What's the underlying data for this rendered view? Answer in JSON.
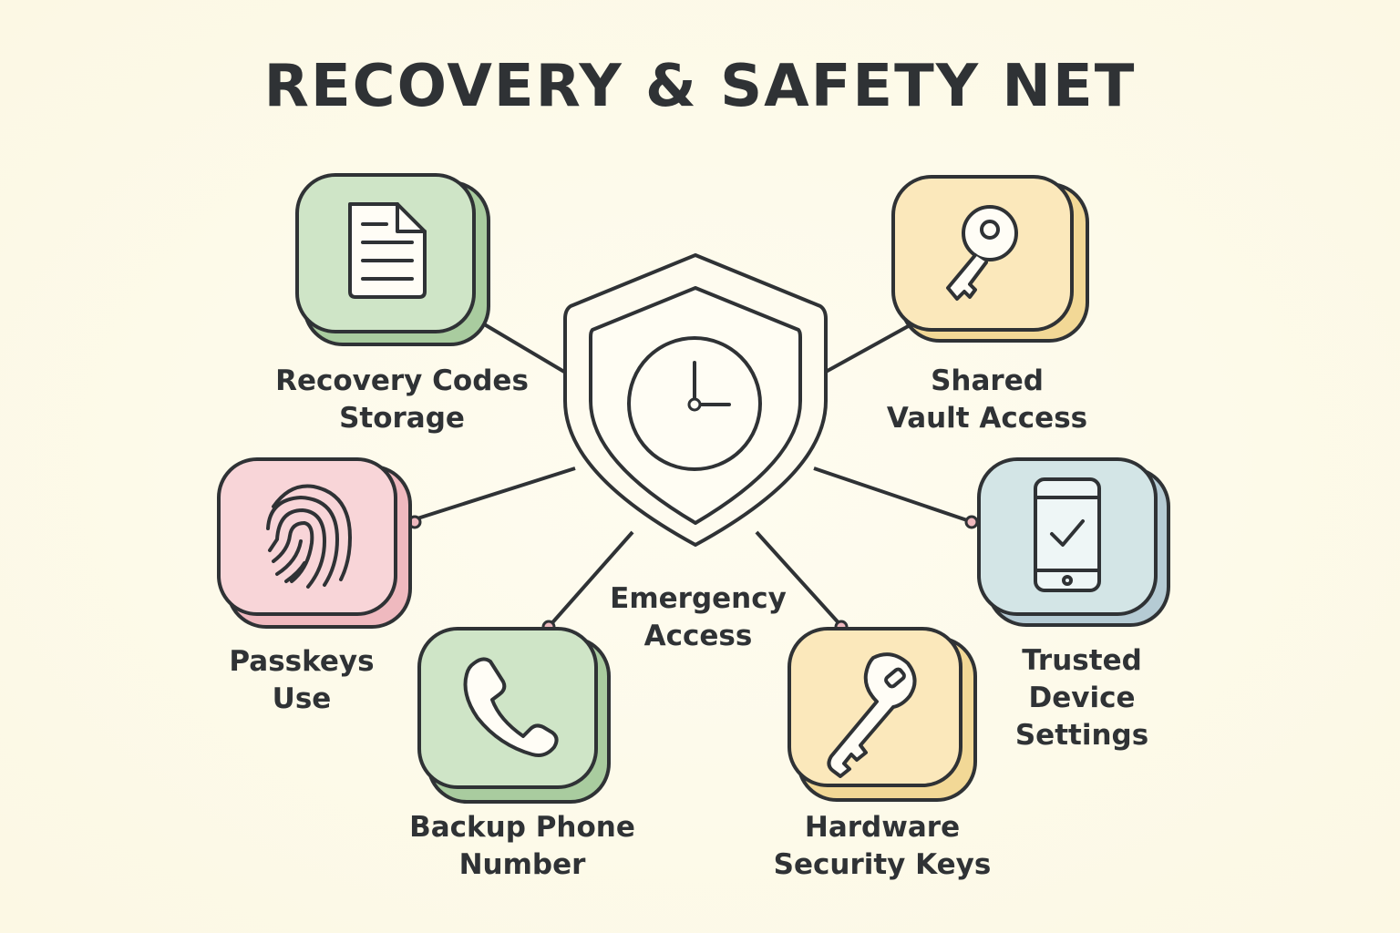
{
  "title": "RECOVERY & SAFETY NET",
  "center": {
    "icon": "shield-clock-icon",
    "label_lines": [
      "Emergency",
      "Access"
    ]
  },
  "nodes": [
    {
      "id": "recovery-codes",
      "icon": "document-icon",
      "color": "#cfe5c7",
      "shadow": "#a9cc9f",
      "label_lines": [
        "Recovery Codes",
        "Storage"
      ]
    },
    {
      "id": "shared-vault",
      "icon": "key-icon",
      "color": "#fbe8bb",
      "shadow": "#f2d896",
      "label_lines": [
        "Shared",
        "Vault Access"
      ]
    },
    {
      "id": "passkeys",
      "icon": "fingerprint-icon",
      "color": "#f8d5d8",
      "shadow": "#efb9bf",
      "label_lines": [
        "Passkeys",
        "Use"
      ]
    },
    {
      "id": "trusted-device",
      "icon": "phone-check-icon",
      "color": "#d3e5e6",
      "shadow": "#b5cbd4",
      "label_lines": [
        "Trusted",
        "Device",
        "Settings"
      ]
    },
    {
      "id": "backup-phone",
      "icon": "phone-handset-icon",
      "color": "#cfe5c7",
      "shadow": "#a9cc9f",
      "label_lines": [
        "Backup Phone",
        "Number"
      ]
    },
    {
      "id": "hardware-keys",
      "icon": "security-key-icon",
      "color": "#fbe8bb",
      "shadow": "#f2d896",
      "label_lines": [
        "Hardware",
        "Security Keys"
      ]
    }
  ],
  "colors": {
    "background": "#fdfae9",
    "stroke": "#2f3235",
    "shield_fill": "#fefbef",
    "connector_dot": "#efb9bf"
  }
}
